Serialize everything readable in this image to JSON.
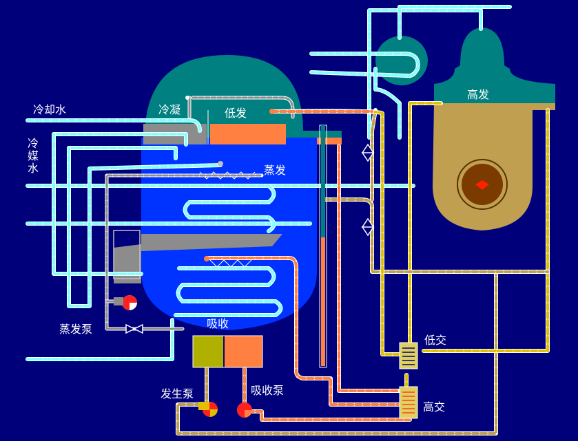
{
  "labels": {
    "cooling_water": "冷却水",
    "refrigerant_water": "冷媒水",
    "condenser": "冷凝",
    "low_gen": "低发",
    "evaporator": "蒸发",
    "absorber": "吸收",
    "high_gen": "高发",
    "low_hx": "低交",
    "high_hx": "高交",
    "evap_pump": "蒸发泵",
    "gen_pump": "发生泵",
    "abs_pump": "吸收泵"
  },
  "colors": {
    "background": "#00007b",
    "shell_teal": "#008080",
    "vessel_blue": "#0033ff",
    "generator_tan": "#c0a050",
    "flame_red": "#ff2000",
    "flame_brown": "#7a3a00",
    "low_gen_orange": "#ff8040",
    "water_cyan": "#80ffff",
    "solution_yellow": "#ffd040",
    "pipe_grey": "#8c8c8c",
    "pump_red": "#ff2020",
    "pump_yellow": "#e0c000",
    "hx_box": "#e0d060",
    "gen_box_olive": "#b0b000",
    "abs_box_orange": "#ff8040"
  }
}
